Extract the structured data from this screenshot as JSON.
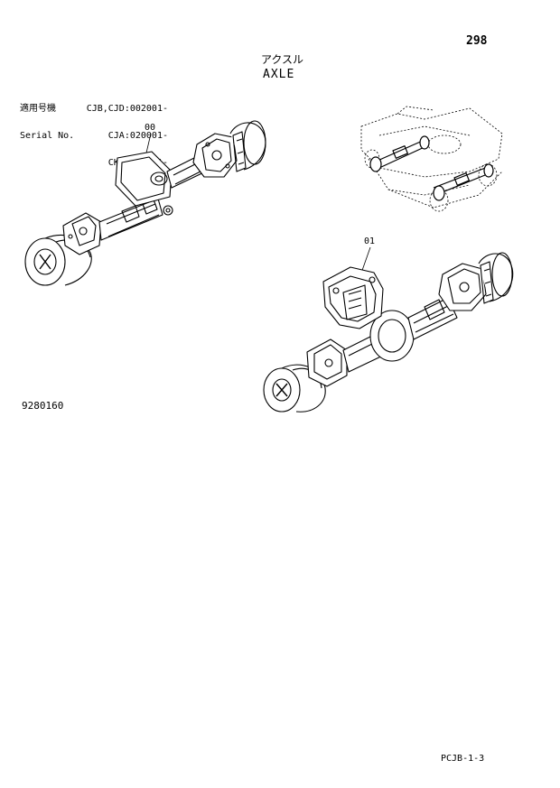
{
  "header": {
    "page_number": "298",
    "title_ja": "アクスル",
    "title_en": "AXLE"
  },
  "serial": {
    "label_ja": "適用号機",
    "label_en": "Serial No.",
    "values": [
      "CJB,CJD:002001-",
      "CJA:020001-",
      "CKB:001001-"
    ]
  },
  "callouts": {
    "front_axle": "00",
    "rear_axle": "01"
  },
  "figure_number": "9280160",
  "footer": {
    "page_code": "PCJB-1-3"
  }
}
